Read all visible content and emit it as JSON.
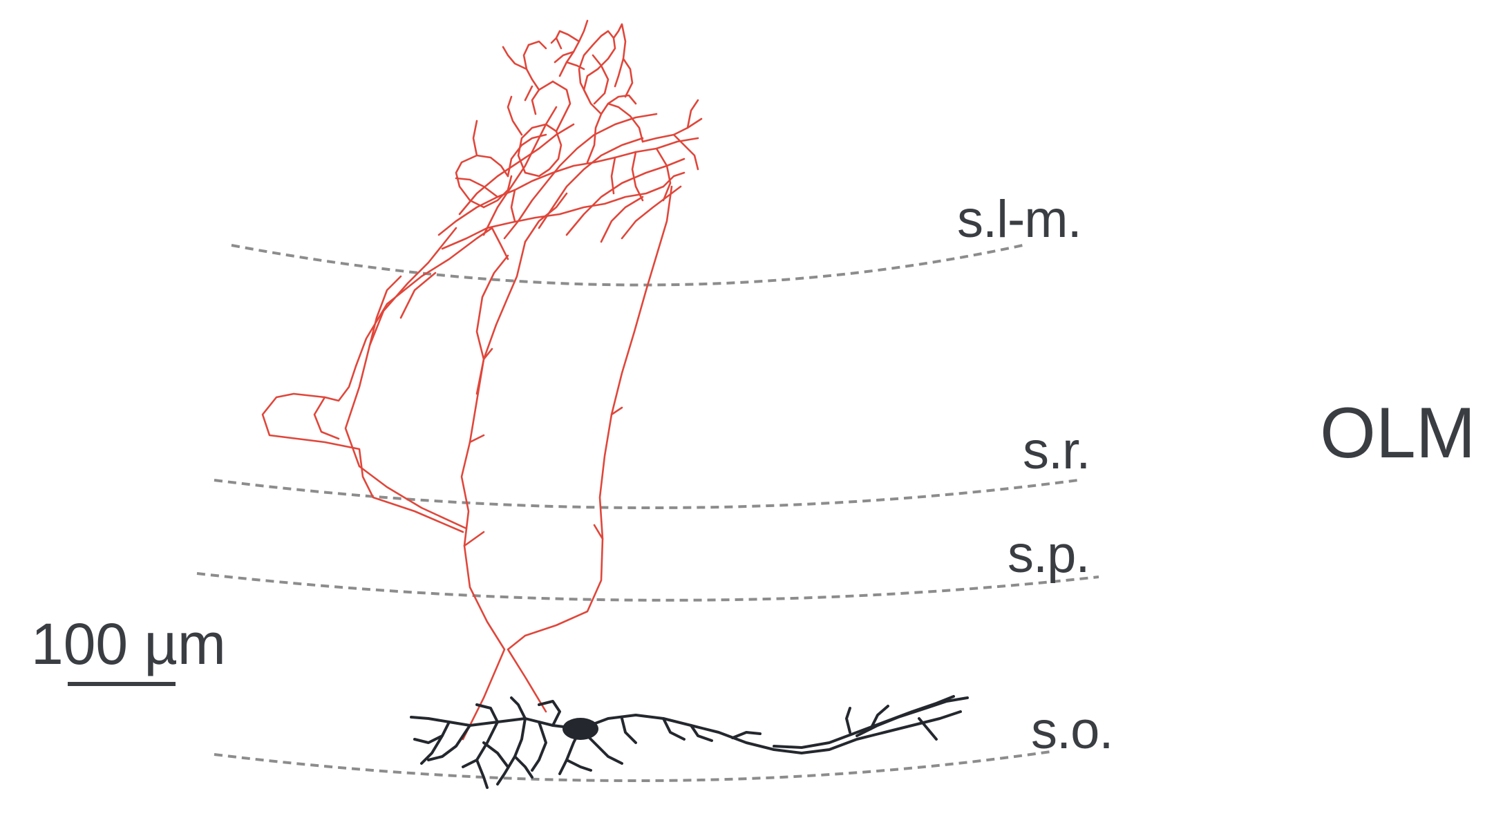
{
  "layers": [
    {
      "id": "slm",
      "label": "s.l-m."
    },
    {
      "id": "sr",
      "label": "s.r."
    },
    {
      "id": "sp",
      "label": "s.p."
    },
    {
      "id": "so",
      "label": "s.o."
    }
  ],
  "cell_type": "OLM",
  "scale_bar": {
    "label": "100 µm"
  },
  "colors": {
    "axon": "#e0463a",
    "dendrite": "#24282e",
    "boundary": "#8c8c8c",
    "text": "#3a3d42"
  }
}
